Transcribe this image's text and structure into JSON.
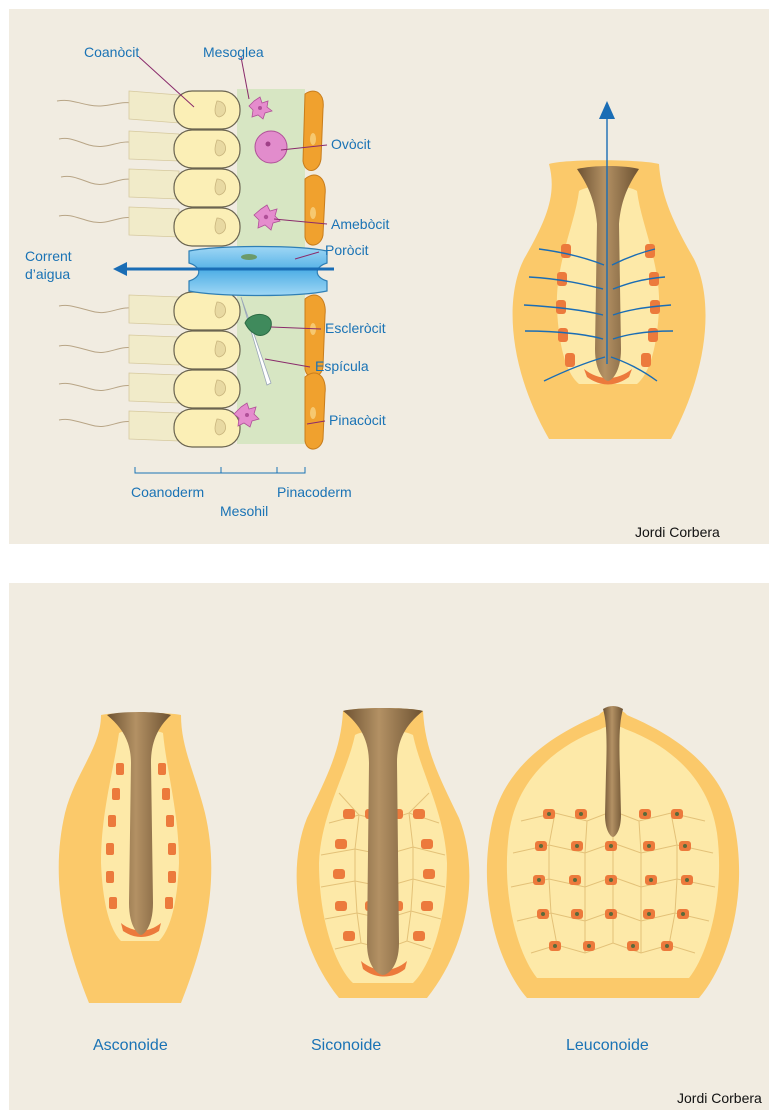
{
  "top_panel": {
    "labels": {
      "coanocit": "Coanòcit",
      "mesoglea": "Mesoglea",
      "ovocit": "Ovòcit",
      "amebocit": "Amebòcit",
      "porocit": "Poròcit",
      "corrent_line1": "Corrent",
      "corrent_line2": "d’aigua",
      "sclerocit": "Escleròcit",
      "espicula": "Espícula",
      "pinacocit": "Pinacòcit",
      "coanoderm": "Coanoderm",
      "mesohil": "Mesohil",
      "pinacoderm": "Pinacoderm"
    },
    "credit": "Jordi Corbera"
  },
  "bottom_panel": {
    "types": [
      "Asconoide",
      "Siconoide",
      "Leuconoide"
    ],
    "credit": "Jordi Corbera"
  },
  "colors": {
    "label_blue": "#1a73b5",
    "body_outer": "#fbc96a",
    "body_inner": "#fde9a8",
    "chamber_orange": "#ec7a3c",
    "spongocoel_brown": "#8e6f44",
    "mesohyl_green": "#d7e6c3",
    "collar_cell": "#fbefb6",
    "pinacocyte": "#f0a12e",
    "porocyte": "#7ec8ef",
    "amoebocyte": "#e58ccd"
  }
}
